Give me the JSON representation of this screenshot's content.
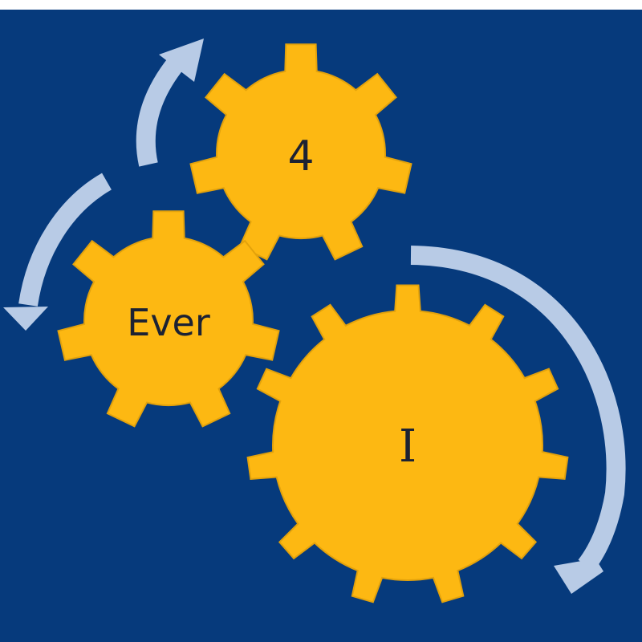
{
  "colors": {
    "background": "#063a7c",
    "gear_fill": "#fdb812",
    "gear_stroke": "#e3a20b",
    "arrow": "#b8cbe6",
    "text": "#1c2233"
  },
  "gears": [
    {
      "id": "top",
      "label": "4"
    },
    {
      "id": "left",
      "label": "Ever"
    },
    {
      "id": "big",
      "label": "I"
    }
  ],
  "arrows": [
    {
      "id": "top-left-up",
      "direction": "up"
    },
    {
      "id": "left-down",
      "direction": "down"
    },
    {
      "id": "right-down",
      "direction": "down"
    }
  ]
}
